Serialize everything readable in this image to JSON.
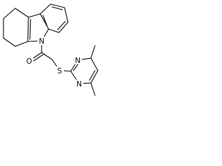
{
  "structure": {
    "atoms": {
      "ring_nitrogen": "N",
      "carbonyl_oxygen": "O",
      "thioether_sulfur": "S",
      "pyrimidine_nitrogen_upper": "N",
      "pyrimidine_nitrogen_lower": "N"
    }
  },
  "colors": {
    "bond": "#000000",
    "background": "#ffffff"
  }
}
